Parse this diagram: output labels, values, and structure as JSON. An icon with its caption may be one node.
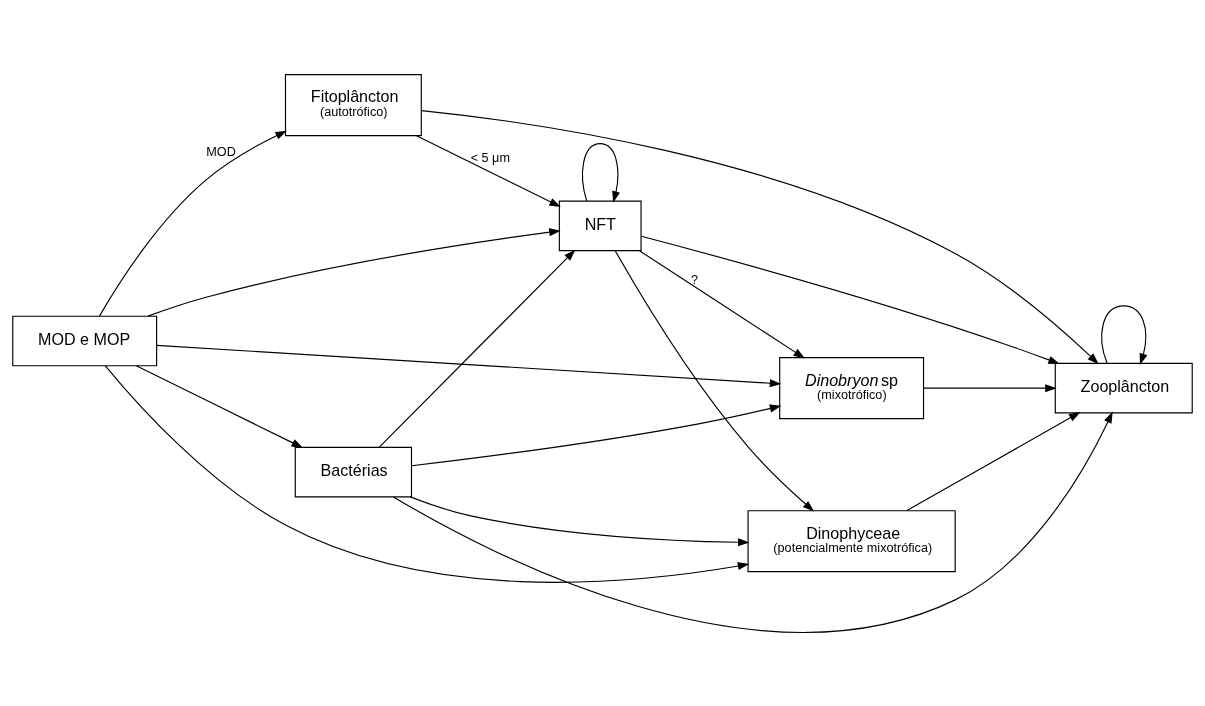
{
  "diagram": {
    "nodes": [
      {
        "text": [
          "Fitoplâncton",
          "(autotrófico)"
        ]
      },
      {
        "text": [
          "Zooplâncton"
        ]
      },
      {
        "text": [
          "NFT"
        ]
      },
      {
        "text": [
          "*Dinobryon* sp",
          "(mixotrófico)"
        ]
      },
      {
        "text": [
          "Bactérias"
        ]
      },
      {
        "text": [
          "MOD e MOP"
        ]
      },
      {
        "text": [
          "Dinophyceae",
          "(potencialmente mixotrófica)"
        ]
      }
    ],
    "edges": [
      {
        "from": 0,
        "to": 1,
        "arrow": "to"
      },
      {
        "from": 0,
        "to": 2,
        "arrow": "to",
        "label": "< 5 μm"
      },
      {
        "from": 5,
        "to": 0,
        "arrow": "to",
        "label": "MOD"
      },
      {
        "from": 2,
        "to": 1,
        "arrow": "to"
      },
      {
        "from": 3,
        "to": 1,
        "arrow": "to"
      },
      {
        "from": 4,
        "to": 1,
        "arrow": "to"
      },
      {
        "from": 6,
        "to": 1,
        "arrow": "to"
      },
      {
        "from": 1,
        "to": 1,
        "arrow": "to"
      },
      {
        "from": 2,
        "to": 2,
        "arrow": "to"
      },
      {
        "from": 2,
        "to": 3,
        "arrow": "to",
        "label": "?"
      },
      {
        "from": 4,
        "to": 2,
        "arrow": "to"
      },
      {
        "from": 4,
        "to": 3,
        "arrow": "to"
      },
      {
        "from": 5,
        "to": 2,
        "arrow": "to"
      },
      {
        "from": 5,
        "to": 3,
        "arrow": "to"
      },
      {
        "from": 5,
        "to": 4,
        "arrow": "to"
      },
      {
        "from": 5,
        "to": 6,
        "arrow": "to"
      },
      {
        "from": 2,
        "to": 6,
        "arrow": "to"
      },
      {
        "from": 4,
        "to": 6,
        "arrow": "to"
      }
    ]
  }
}
